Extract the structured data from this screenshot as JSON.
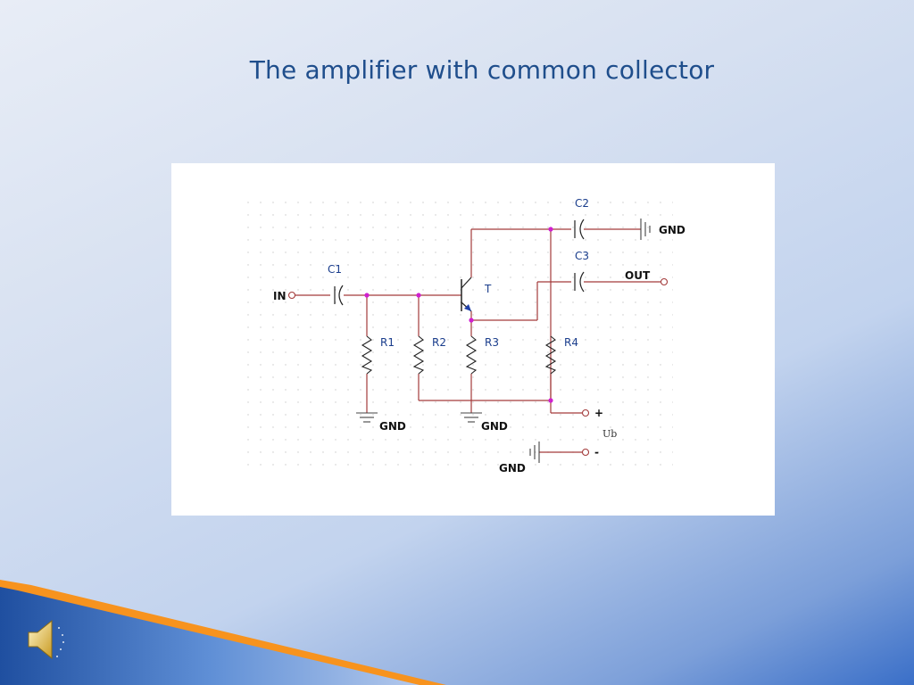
{
  "slide": {
    "title": "The amplifier with common collector"
  },
  "diagram": {
    "labels": {
      "in": "IN",
      "out": "OUT",
      "gnd": "GND",
      "c1": "C1",
      "c2": "C2",
      "c3": "C3",
      "r1": "R1",
      "r2": "R2",
      "r3": "R3",
      "r4": "R4",
      "t": "T",
      "plus": "+",
      "minus": "-",
      "ub": "Ub"
    }
  },
  "colors": {
    "title": "#1f4e8c",
    "wire": "#a33b3b",
    "node": "#d020d0",
    "accent_orange": "#f7931e",
    "accent_blue": "#2f5fa8"
  },
  "icons": {
    "audio": "speaker-icon"
  }
}
